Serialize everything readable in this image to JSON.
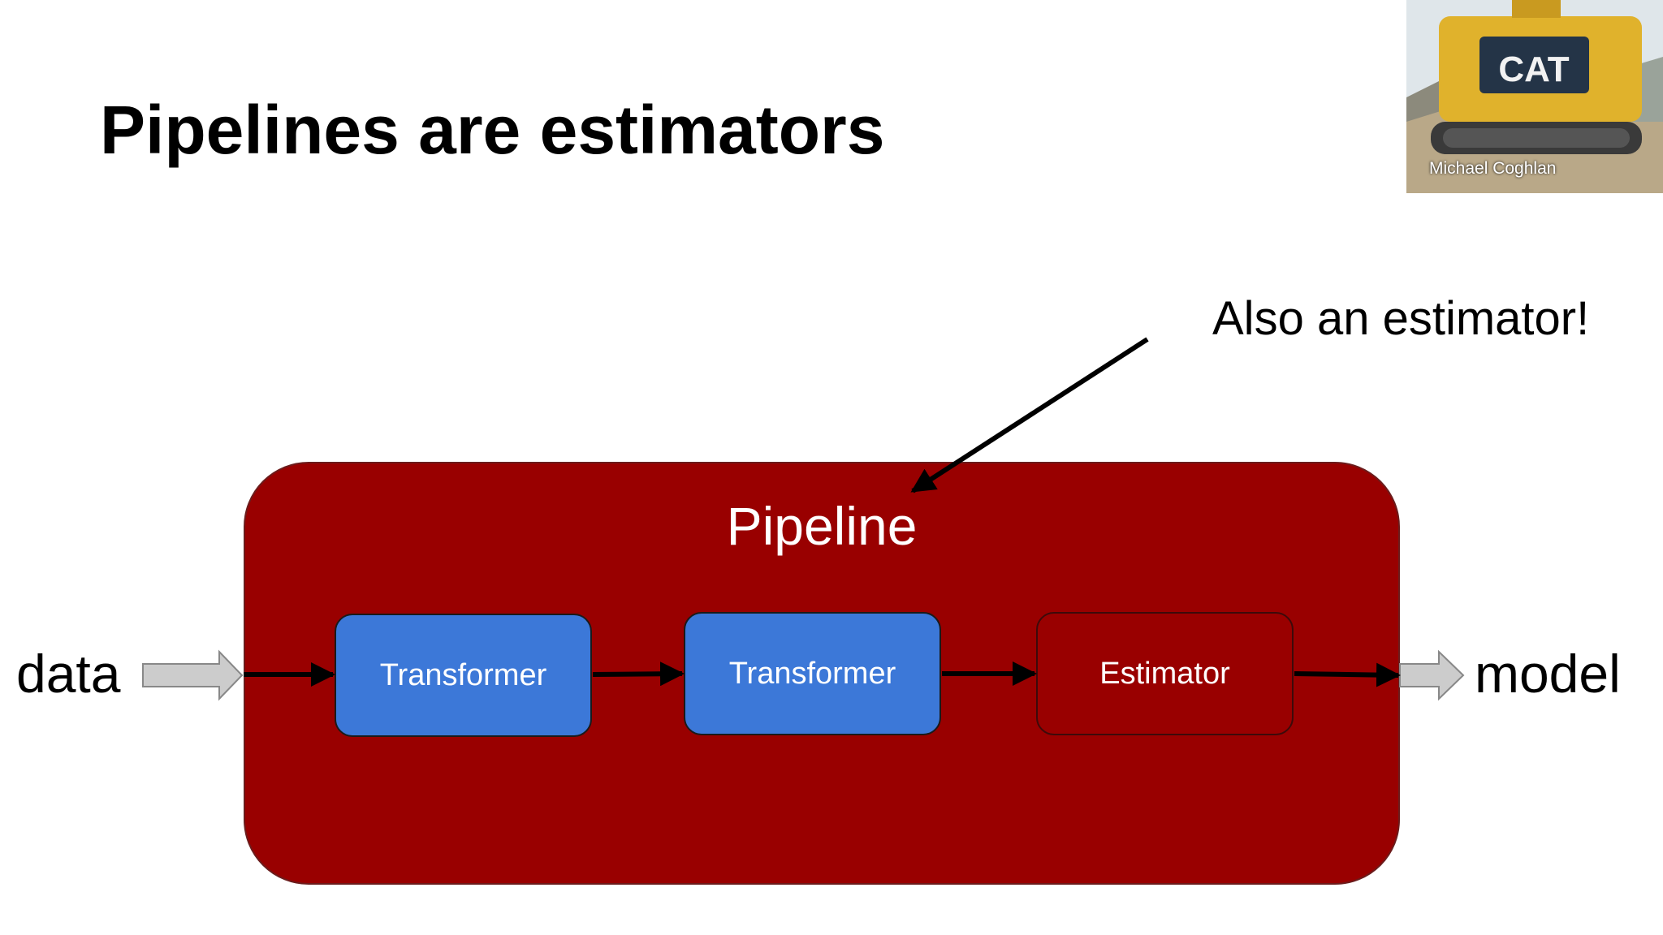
{
  "slide": {
    "title": "Pipelines are estimators",
    "callout": "Also an estimator!"
  },
  "diagram": {
    "input_label": "data",
    "output_label": "model",
    "container_label": "Pipeline",
    "stages": [
      {
        "label": "Transformer",
        "kind": "transformer"
      },
      {
        "label": "Transformer",
        "kind": "transformer"
      },
      {
        "label": "Estimator",
        "kind": "estimator"
      }
    ]
  },
  "webcam": {
    "participant_name": "Michael Coghlan",
    "logo_text": "CAT"
  },
  "colors": {
    "pipeline_fill": "#990000",
    "transformer_fill": "#3c78d8",
    "estimator_fill": "#990000",
    "io_arrow_fill": "#cccccc"
  }
}
